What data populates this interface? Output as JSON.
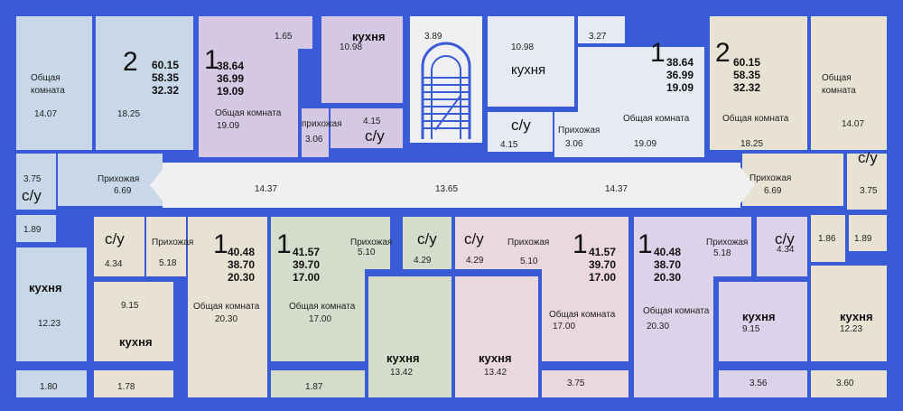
{
  "colors": {
    "wall": "#3a5bd6",
    "corridor": "#f0f0f3",
    "light_blue": "#c9d8e8",
    "light_purple": "#d4c8e2",
    "light_cream": "#e8e2d4",
    "light_green": "#d4dccb",
    "light_pink": "#ead8dc",
    "light_lavender": "#dcd2ea",
    "pale": "#e6eaf2"
  },
  "labels": {
    "kitchen": "кухня",
    "living_room": "Общая комната",
    "living_room_split": [
      "Общая",
      "комната"
    ],
    "hallway": "Прихожая",
    "hallway_lower": "прихожая",
    "bathroom": "с/у"
  },
  "apartments": [
    {
      "rooms": "2",
      "areas": [
        "60.15",
        "58.35",
        "32.32"
      ]
    },
    {
      "rooms": "1",
      "areas": [
        "38.64",
        "36.99",
        "19.09"
      ]
    },
    {
      "rooms": "1",
      "areas": [
        "38.64",
        "36.99",
        "19.09"
      ]
    },
    {
      "rooms": "2",
      "areas": [
        "60.15",
        "58.35",
        "32.32"
      ]
    },
    {
      "rooms": "1",
      "areas": [
        "40.48",
        "38.70",
        "20.30"
      ]
    },
    {
      "rooms": "1",
      "areas": [
        "41.57",
        "39.70",
        "17.00"
      ]
    },
    {
      "rooms": "1",
      "areas": [
        "41.57",
        "39.70",
        "17.00"
      ]
    },
    {
      "rooms": "1",
      "areas": [
        "40.48",
        "38.70",
        "20.30"
      ]
    }
  ],
  "room_areas": {
    "a1_living": "14.07",
    "a1_room2": "18.25",
    "a1_bath": "3.75",
    "a1_balcony": "1.89",
    "a1_kitchen": "12.23",
    "a1_loggia": "1.80",
    "a1_hall": "6.69",
    "a2_balcony": "1.65",
    "a2_kitchen": "10.98",
    "a2_living": "19.09",
    "a2_hall": "3.06",
    "a2_bath": "4.15",
    "stairs": "3.89",
    "a3_kitchen": "10.98",
    "a3_balcony": "3.27",
    "a3_bath": "4.15",
    "a3_hall": "3.06",
    "a3_living": "19.09",
    "a4_room2": "18.25",
    "a4_living": "14.07",
    "a4_hall": "6.69",
    "a4_bath": "3.75",
    "a4_balcony_a": "1.86",
    "a4_balcony_b": "1.89",
    "a4_kitchen": "12.23",
    "a4_loggia": "3.60",
    "corr_a": "14.37",
    "corr_b": "13.65",
    "corr_c": "14.37",
    "a5_bath": "4.34",
    "a5_hall": "5.18",
    "a5_kitchen": "9.15",
    "a5_living": "20.30",
    "a5_loggia": "1.78",
    "a6_hall": "5.10",
    "a6_bath": "4.29",
    "a6_living": "17.00",
    "a6_loggia": "1.87",
    "a6_kitchen": "13.42",
    "a7_bath": "4.29",
    "a7_hall": "5.10",
    "a7_living": "17.00",
    "a7_kitchen": "13.42",
    "a7_loggia": "3.75",
    "a8_living": "20.30",
    "a8_hall": "5.18",
    "a8_bath": "4.34",
    "a8_kitchen": "9.15",
    "a8_loggia": "3.56"
  }
}
